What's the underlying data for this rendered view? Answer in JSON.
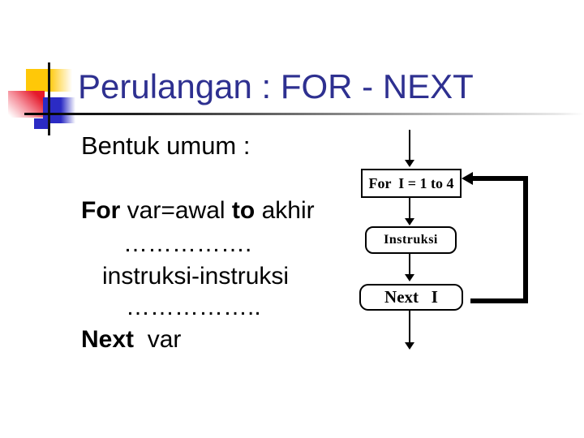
{
  "slide": {
    "title": "Perulangan : FOR - NEXT",
    "subtitle": "Bentuk umum :",
    "code": {
      "for_kw": "For",
      "for_mid": " var=awal ",
      "to_kw": "to",
      "to_rest": " akhir",
      "dots1": "…………….",
      "instructions": "instruksi-instruksi",
      "dots2": "……………..",
      "next_kw": "Next",
      "next_rest": "  var"
    },
    "flowchart": {
      "box_for": "For  I = 1 to 4",
      "box_instruksi": "Instruksi",
      "box_next": "Next   I"
    },
    "colors": {
      "title_text": "#2e3090",
      "body_text": "#000000",
      "accent_yellow": "#ffc808",
      "accent_red": "#e51a2b",
      "accent_blue": "#2b2bc4",
      "flow_lines": "#000000"
    }
  }
}
